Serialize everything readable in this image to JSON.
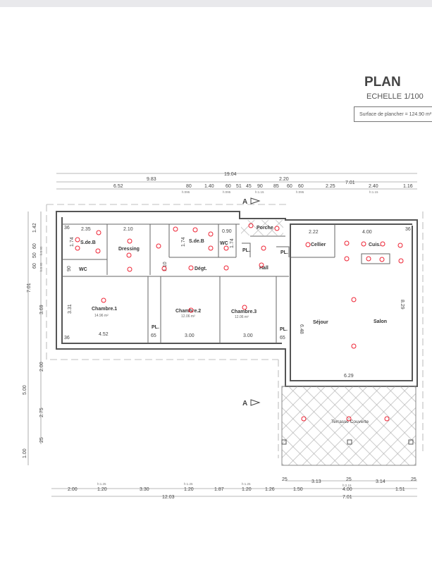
{
  "header": {
    "title": "PLAN",
    "scale": "ECHELLE 1/100",
    "surface": "Surface de plancher = 124.90 m²"
  },
  "section_marker": "A",
  "rooms": {
    "sdb1": "S.de.B",
    "wc1": "WC",
    "dressing": "Dressing",
    "sdb2": "S.de.B",
    "wc2": "WC",
    "porche": "Porche",
    "hall": "Hall",
    "degt": "Dégt.",
    "pl1": "PL.",
    "pl2": "PL.",
    "pl3": "PL.",
    "pl4": "PL.",
    "cellier": "Cellier",
    "cuis": "Cuis.",
    "sejour": "Séjour",
    "salon": "Salon",
    "chambre1": "Chambre.1",
    "chambre1_area": "14.96 m²",
    "chambre2": "Chambre.2",
    "chambre2_area": "12.06 m²",
    "chambre3": "Chambre.3",
    "chambre3_area": "12.06 m²",
    "terrasse": "Terrasse Couverte"
  },
  "dims_top": {
    "total": "19.04",
    "a": "9.83",
    "b": "2.20",
    "c": "7.01",
    "r": [
      "6.52",
      "80",
      "1.40",
      "60",
      "51",
      "45",
      "90",
      "85",
      "60",
      "60",
      "2.25",
      "2.40",
      "1.16"
    ],
    "h": [
      "h:095",
      "h:095",
      "h:1.15",
      "h:095",
      "h:1.15"
    ]
  },
  "dims_bottom": {
    "r": [
      "2.00",
      "1.20",
      "3.30",
      "1.20",
      "1.87",
      "1.20",
      "1.26",
      "1.50",
      "4.00",
      "1.51"
    ],
    "h": [
      "h:1.25",
      "h:1.25",
      "h:1.25",
      "h:2.15"
    ],
    "upper": [
      "25",
      "3.13",
      "25",
      "3.14",
      "25"
    ],
    "total_left": "12.03",
    "total_right": "7.01"
  },
  "dims_left": {
    "outer": [
      "7.01",
      "5.00",
      "1.00"
    ],
    "inner": [
      "1.42",
      "60",
      "50",
      "60",
      "3.69",
      "2.00",
      "2.75",
      "25"
    ],
    "h": [
      "h:0.95",
      "h:0.95"
    ]
  },
  "dims_inner": {
    "sdb1_w": "2.35",
    "dressing_w": "2.10",
    "sdb1_h": "1.74",
    "wc_d": "90",
    "sdb2_h": "1.74",
    "wc2_w": "0.90",
    "wc2_h": "1.74",
    "degt_h": "1.10",
    "ch1_h": "3.31",
    "ch1_w": "4.52",
    "pl_a": "65",
    "ch2_w": "3.00",
    "ch3_w": "3.00",
    "pl_b": "65",
    "s36a": "36",
    "s36b": "36",
    "s36c": "36",
    "cellier_w": "2.22",
    "cuis_w": "4.00",
    "sejour_h": "6.48",
    "salon_h": "8.29",
    "salon_w": "6.29"
  },
  "colors": {
    "walls": "#555555",
    "annotations": "#e22233"
  }
}
